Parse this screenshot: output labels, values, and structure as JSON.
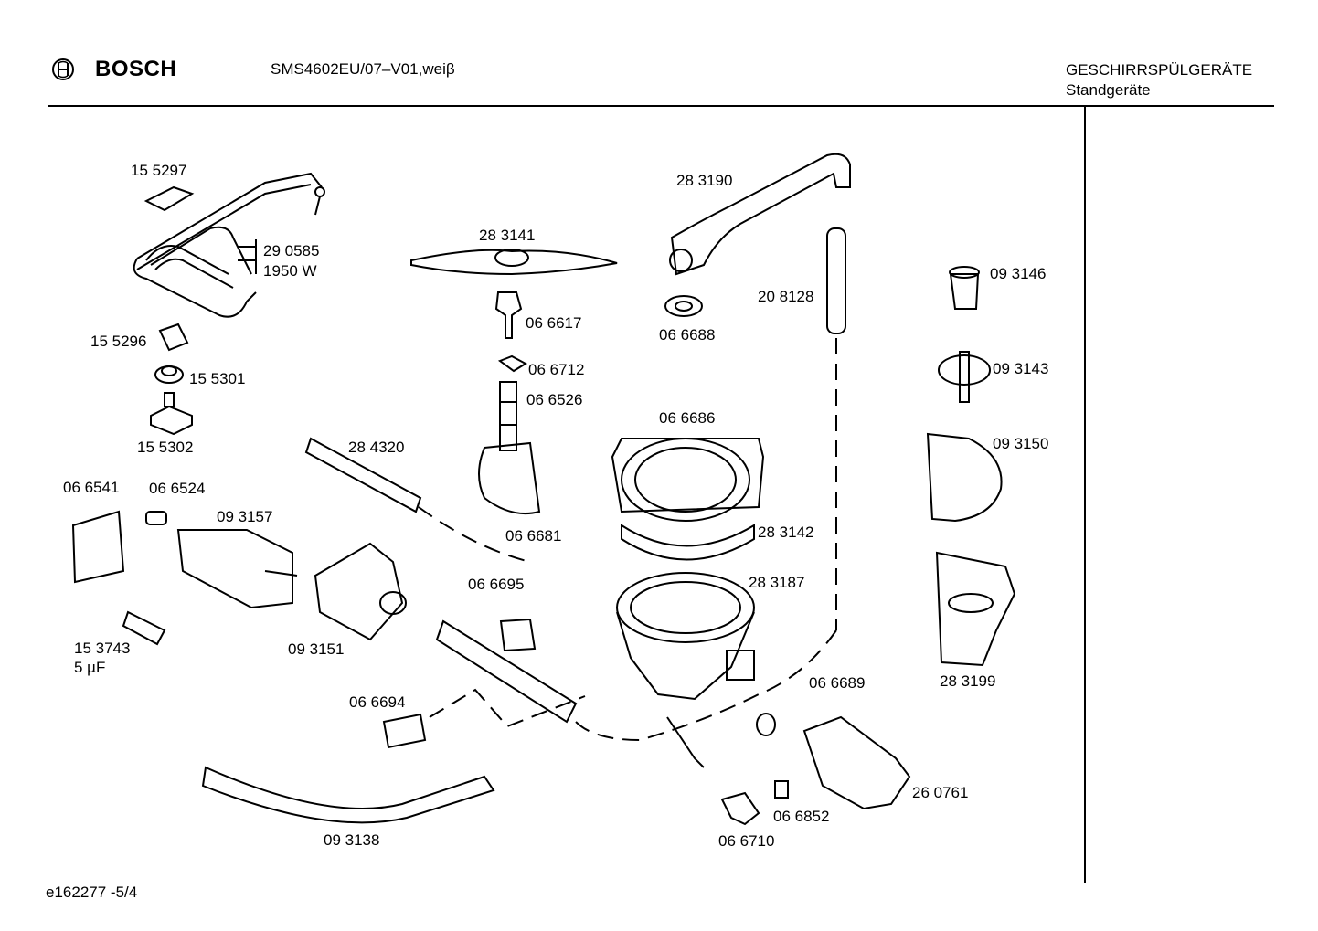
{
  "header": {
    "brand": "BOSCH",
    "model": "SMS4602EU/07–V01,weiβ",
    "category": "GESCHIRRSPÜLGERÄTE",
    "subcategory": "Standgeräte"
  },
  "footer": {
    "code": "e162277   -5/4"
  },
  "parts": [
    {
      "id": "p155297",
      "label": "15 5297"
    },
    {
      "id": "p290585",
      "label": "29 0585"
    },
    {
      "id": "p1950w",
      "label": "1950 W"
    },
    {
      "id": "p155296",
      "label": "15 5296"
    },
    {
      "id": "p155301",
      "label": "15 5301"
    },
    {
      "id": "p155302",
      "label": "15 5302"
    },
    {
      "id": "p283141",
      "label": "28 3141"
    },
    {
      "id": "p066617",
      "label": "06 6617"
    },
    {
      "id": "p066712",
      "label": "06 6712"
    },
    {
      "id": "p066526",
      "label": "06 6526"
    },
    {
      "id": "p066681",
      "label": "06 6681"
    },
    {
      "id": "p283190",
      "label": "28 3190"
    },
    {
      "id": "p066688",
      "label": "06 6688"
    },
    {
      "id": "p208128",
      "label": "20 8128"
    },
    {
      "id": "p093146",
      "label": "09 3146"
    },
    {
      "id": "p093143",
      "label": "09 3143"
    },
    {
      "id": "p093150",
      "label": "09 3150"
    },
    {
      "id": "p283199",
      "label": "28 3199"
    },
    {
      "id": "p284320",
      "label": "28 4320"
    },
    {
      "id": "p066686",
      "label": "06 6686"
    },
    {
      "id": "p283142",
      "label": "28 3142"
    },
    {
      "id": "p283187",
      "label": "28 3187"
    },
    {
      "id": "p066541",
      "label": "06 6541"
    },
    {
      "id": "p066524",
      "label": "06 6524"
    },
    {
      "id": "p093157",
      "label": "09 3157"
    },
    {
      "id": "p153743",
      "label": "15 3743"
    },
    {
      "id": "p5uf",
      "label": "5 µF"
    },
    {
      "id": "p093151",
      "label": "09 3151"
    },
    {
      "id": "p066695",
      "label": "06 6695"
    },
    {
      "id": "p066694",
      "label": "06 6694"
    },
    {
      "id": "p093138",
      "label": "09 3138"
    },
    {
      "id": "p066689",
      "label": "06 6689"
    },
    {
      "id": "p260761",
      "label": "26 0761"
    },
    {
      "id": "p066852",
      "label": "06 6852"
    },
    {
      "id": "p066710",
      "label": "06 6710"
    }
  ]
}
